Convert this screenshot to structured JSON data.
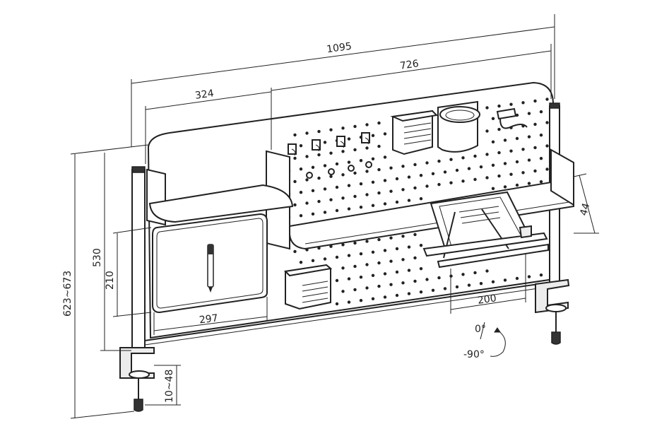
{
  "dimensions": {
    "overall_width": "1095",
    "board_width": "726",
    "left_section": "324",
    "tray_depth": "44",
    "height_range": "623~673",
    "board_height": "530",
    "whiteboard_height": "210",
    "whiteboard_width": "297",
    "reading_stand_width": "200",
    "clamp_range": "10~48"
  },
  "angles": {
    "zero": "0°",
    "minus90": "-90°"
  }
}
